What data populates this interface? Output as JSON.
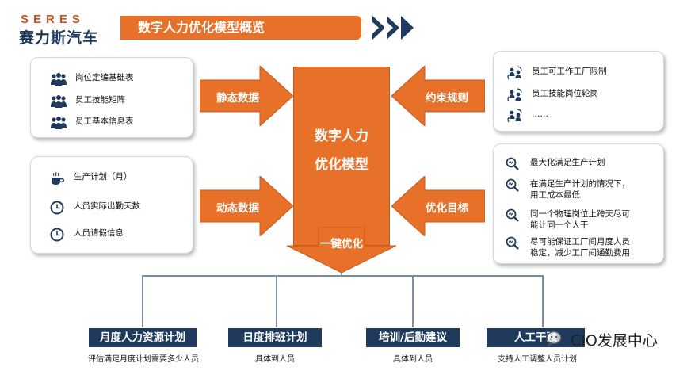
{
  "logo": {
    "en": "SERES",
    "cn": "赛力斯汽车"
  },
  "title": "数字人力优化模型概览",
  "center": {
    "line1": "数字人力",
    "line2": "优化模型"
  },
  "arrows": {
    "static": "静态数据",
    "dynamic": "动态数据",
    "constraint": "约束规则",
    "goal": "优化目标",
    "one_click": "一键优化"
  },
  "static_box": {
    "items": [
      {
        "label": "岗位定编基础表",
        "icon": "people-icon"
      },
      {
        "label": "员工技能矩阵",
        "icon": "people-icon"
      },
      {
        "label": "员工基本信息表",
        "icon": "people-icon"
      }
    ]
  },
  "dynamic_box": {
    "items": [
      {
        "label": "生产计划（月）",
        "icon": "coffee-cup-icon"
      },
      {
        "label": "人员实际出勤天数",
        "icon": "clock-icon"
      },
      {
        "label": "人员请假信息",
        "icon": "clock-icon"
      }
    ]
  },
  "constraint_box": {
    "items": [
      {
        "label": "员工可工作工厂限制",
        "icon": "person-cycle-icon"
      },
      {
        "label": "员工技能岗位轮岗",
        "icon": "person-cycle-icon"
      },
      {
        "label": "……",
        "icon": "person-cycle-icon"
      }
    ]
  },
  "goal_box": {
    "items": [
      {
        "label_lines": [
          "最大化满足生产计划"
        ],
        "icon": "magnifier-icon"
      },
      {
        "label_lines": [
          "在满足生产计划的情况下，",
          "用工成本最低"
        ],
        "icon": "magnifier-icon"
      },
      {
        "label_lines": [
          "同一个物理岗位上跨天尽可",
          "能让同一个人干"
        ],
        "icon": "magnifier-icon"
      },
      {
        "label_lines": [
          "尽可能保证工厂间月度人员",
          "稳定，减少工厂间通勤费用"
        ],
        "icon": "magnifier-icon"
      }
    ]
  },
  "outputs": [
    {
      "label": "月度人力资源计划",
      "sub": "评估满足月度计划需要多少人员"
    },
    {
      "label": "日度排班计划",
      "sub": "具体到人员"
    },
    {
      "label": "培训/后勤建议",
      "sub": "具体到人员"
    },
    {
      "label": "人工干预",
      "sub": "支持人工调整人员计划"
    }
  ],
  "watermark": "CIO发展中心",
  "colors": {
    "orange": "#e8712a",
    "navy": "#1f3a5c",
    "line": "#7a8fa6"
  }
}
